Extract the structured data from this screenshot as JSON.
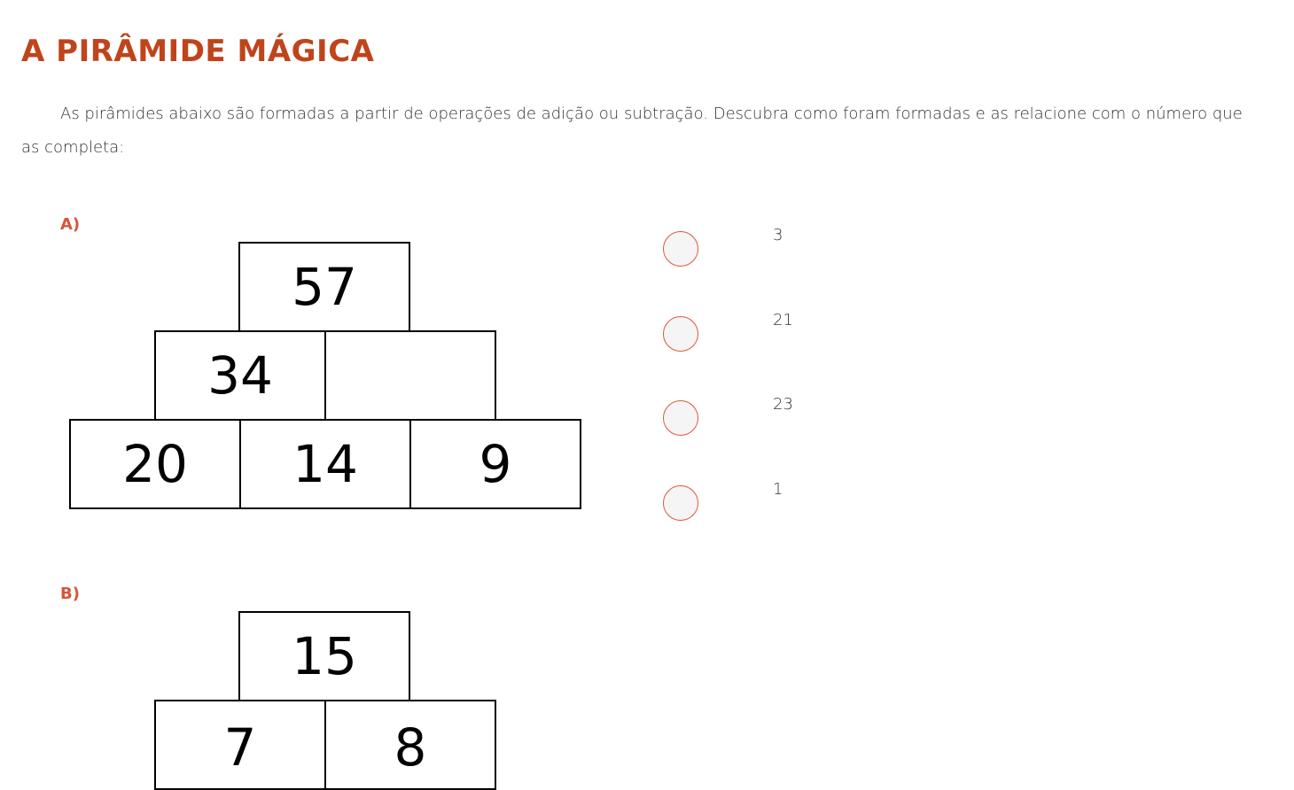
{
  "page": {
    "title": "A PIRÂMIDE MÁGICA",
    "intro": "As pirâmides abaixo são formadas a partir de operações de adição ou subtração. Descubra como foram formadas e as relacione com o número que as completa:"
  },
  "questions": [
    {
      "label": "A)",
      "pyramid": {
        "top": "57",
        "middle": [
          "34",
          ""
        ],
        "bottom": [
          "20",
          "14",
          "9"
        ]
      },
      "options": [
        "3",
        "21",
        "23",
        "1"
      ]
    },
    {
      "label": "B)",
      "pyramid": {
        "top": "15",
        "middle": [
          "7",
          "8"
        ]
      }
    }
  ],
  "colors": {
    "title": "#c0441b",
    "label": "#d9533a",
    "radio_border": "#e0553b"
  }
}
